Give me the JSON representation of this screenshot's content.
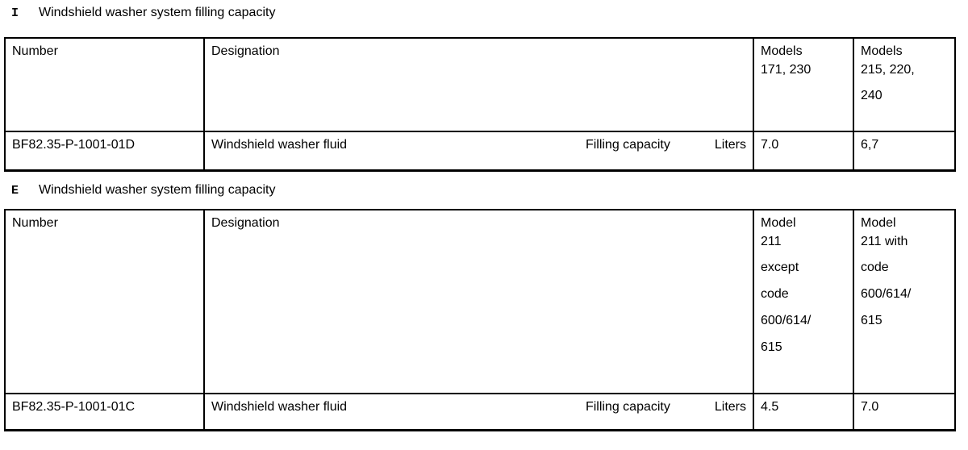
{
  "page": {
    "background_color": "#ffffff",
    "text_color": "#000000",
    "border_color": "#000000"
  },
  "sections": [
    {
      "label": "I",
      "title": "Windshield washer system filling capacity",
      "table": {
        "header": {
          "number_label": "Number",
          "designation_label": "Designation",
          "model_col_1": {
            "primary": "Models\n171, 230",
            "secondary": ""
          },
          "model_col_2": {
            "primary": "Models\n215, 220,",
            "secondary": "240"
          }
        },
        "row": {
          "number": "BF82.35-P-1001-01D",
          "designation": "Windshield washer fluid",
          "attribute": "Filling capacity",
          "unit": "Liters",
          "value_model_1": "7.0",
          "value_model_2": "6,7"
        }
      }
    },
    {
      "label": "E",
      "title": "Windshield washer system filling capacity",
      "table": {
        "header": {
          "number_label": "Number",
          "designation_label": "Designation",
          "model_col_1": {
            "primary": "Model\n211",
            "secondary": "except\ncode\n600/614/\n615"
          },
          "model_col_2": {
            "primary": "Model\n211 with",
            "secondary": "code\n600/614/\n615"
          }
        },
        "row": {
          "number": "BF82.35-P-1001-01C",
          "designation": "Windshield washer fluid",
          "attribute": "Filling capacity",
          "unit": "Liters",
          "value_model_1": "4.5",
          "value_model_2": "7.0"
        }
      }
    }
  ]
}
